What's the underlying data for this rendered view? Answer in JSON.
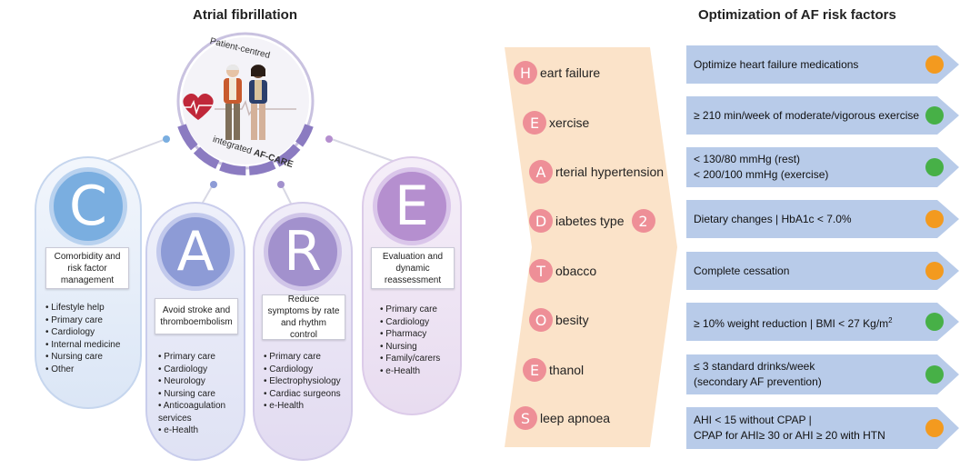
{
  "left_title": "Atrial fibrillation",
  "right_title": "Optimization of AF risk factors",
  "hub": {
    "top_text": "Patient-centred",
    "bottom_text_1": "integrated ",
    "bottom_text_2": "AF-CARE"
  },
  "care": [
    {
      "letter": "C",
      "description": "Comorbidity and risk factor management",
      "items": [
        "Lifestyle help",
        "Primary care",
        "Cardiology",
        "Internal medicine",
        "Nursing care",
        "Other"
      ]
    },
    {
      "letter": "A",
      "description": "Avoid stroke and thromboembolism",
      "items": [
        "Primary care",
        "Cardiology",
        "Neurology",
        "Nursing care",
        "Anticoagulation services",
        "e-Health"
      ]
    },
    {
      "letter": "R",
      "description": "Reduce symptoms by rate and rhythm control",
      "items": [
        "Primary care",
        "Cardiology",
        "Electrophysiology",
        "Cardiac surgeons",
        "e-Health"
      ]
    },
    {
      "letter": "E",
      "description": "Evaluation and dynamic reassessment",
      "items": [
        "Primary care",
        "Cardiology",
        "Pharmacy",
        "Nursing",
        "Family/carers",
        "e-Health"
      ]
    }
  ],
  "hetaotes": [
    {
      "letter": "H",
      "rest": "eart failure"
    },
    {
      "letter": "E",
      "rest": "xercise"
    },
    {
      "letter": "A",
      "rest": "rterial hypertension"
    },
    {
      "letter": "D",
      "rest": "iabetes type",
      "extra": "2"
    },
    {
      "letter": "T",
      "rest": "obacco"
    },
    {
      "letter": "O",
      "rest": "besity"
    },
    {
      "letter": "E",
      "rest": "thanol"
    },
    {
      "letter": "S",
      "rest": "leep apnoea"
    }
  ],
  "targets": [
    {
      "line1": "Optimize heart failure medications",
      "line2": "",
      "status": "orange"
    },
    {
      "line1": "≥ 210 min/week of moderate/vigorous exercise",
      "line2": "",
      "status": "green"
    },
    {
      "line1": "< 130/80 mmHg (rest)",
      "line2": "< 200/100 mmHg (exercise)",
      "status": "green"
    },
    {
      "line1": "Dietary changes | HbA1c < 7.0%",
      "line2": "",
      "status": "orange"
    },
    {
      "line1": "Complete cessation",
      "line2": "",
      "status": "orange"
    },
    {
      "line1": "≥ 10% weight reduction | BMI < 27 Kg/m",
      "sup": "2",
      "line2": "",
      "status": "green"
    },
    {
      "line1": "≤ 3 standard drinks/week",
      "line2": "(secondary AF prevention)",
      "status": "green"
    },
    {
      "line1": "AHI < 15 without CPAP |",
      "line2": "CPAP for AHI≥ 30 or AHI ≥ 20 with HTN",
      "status": "orange"
    }
  ],
  "colors": {
    "care_c": "#7aaee0",
    "care_a": "#8d9bd6",
    "care_r": "#a291cd",
    "care_e": "#b58fcf",
    "tag": "#ee8f97",
    "arrow": "#b8cbe9",
    "orange": "#f39a1f",
    "green": "#47b047"
  }
}
